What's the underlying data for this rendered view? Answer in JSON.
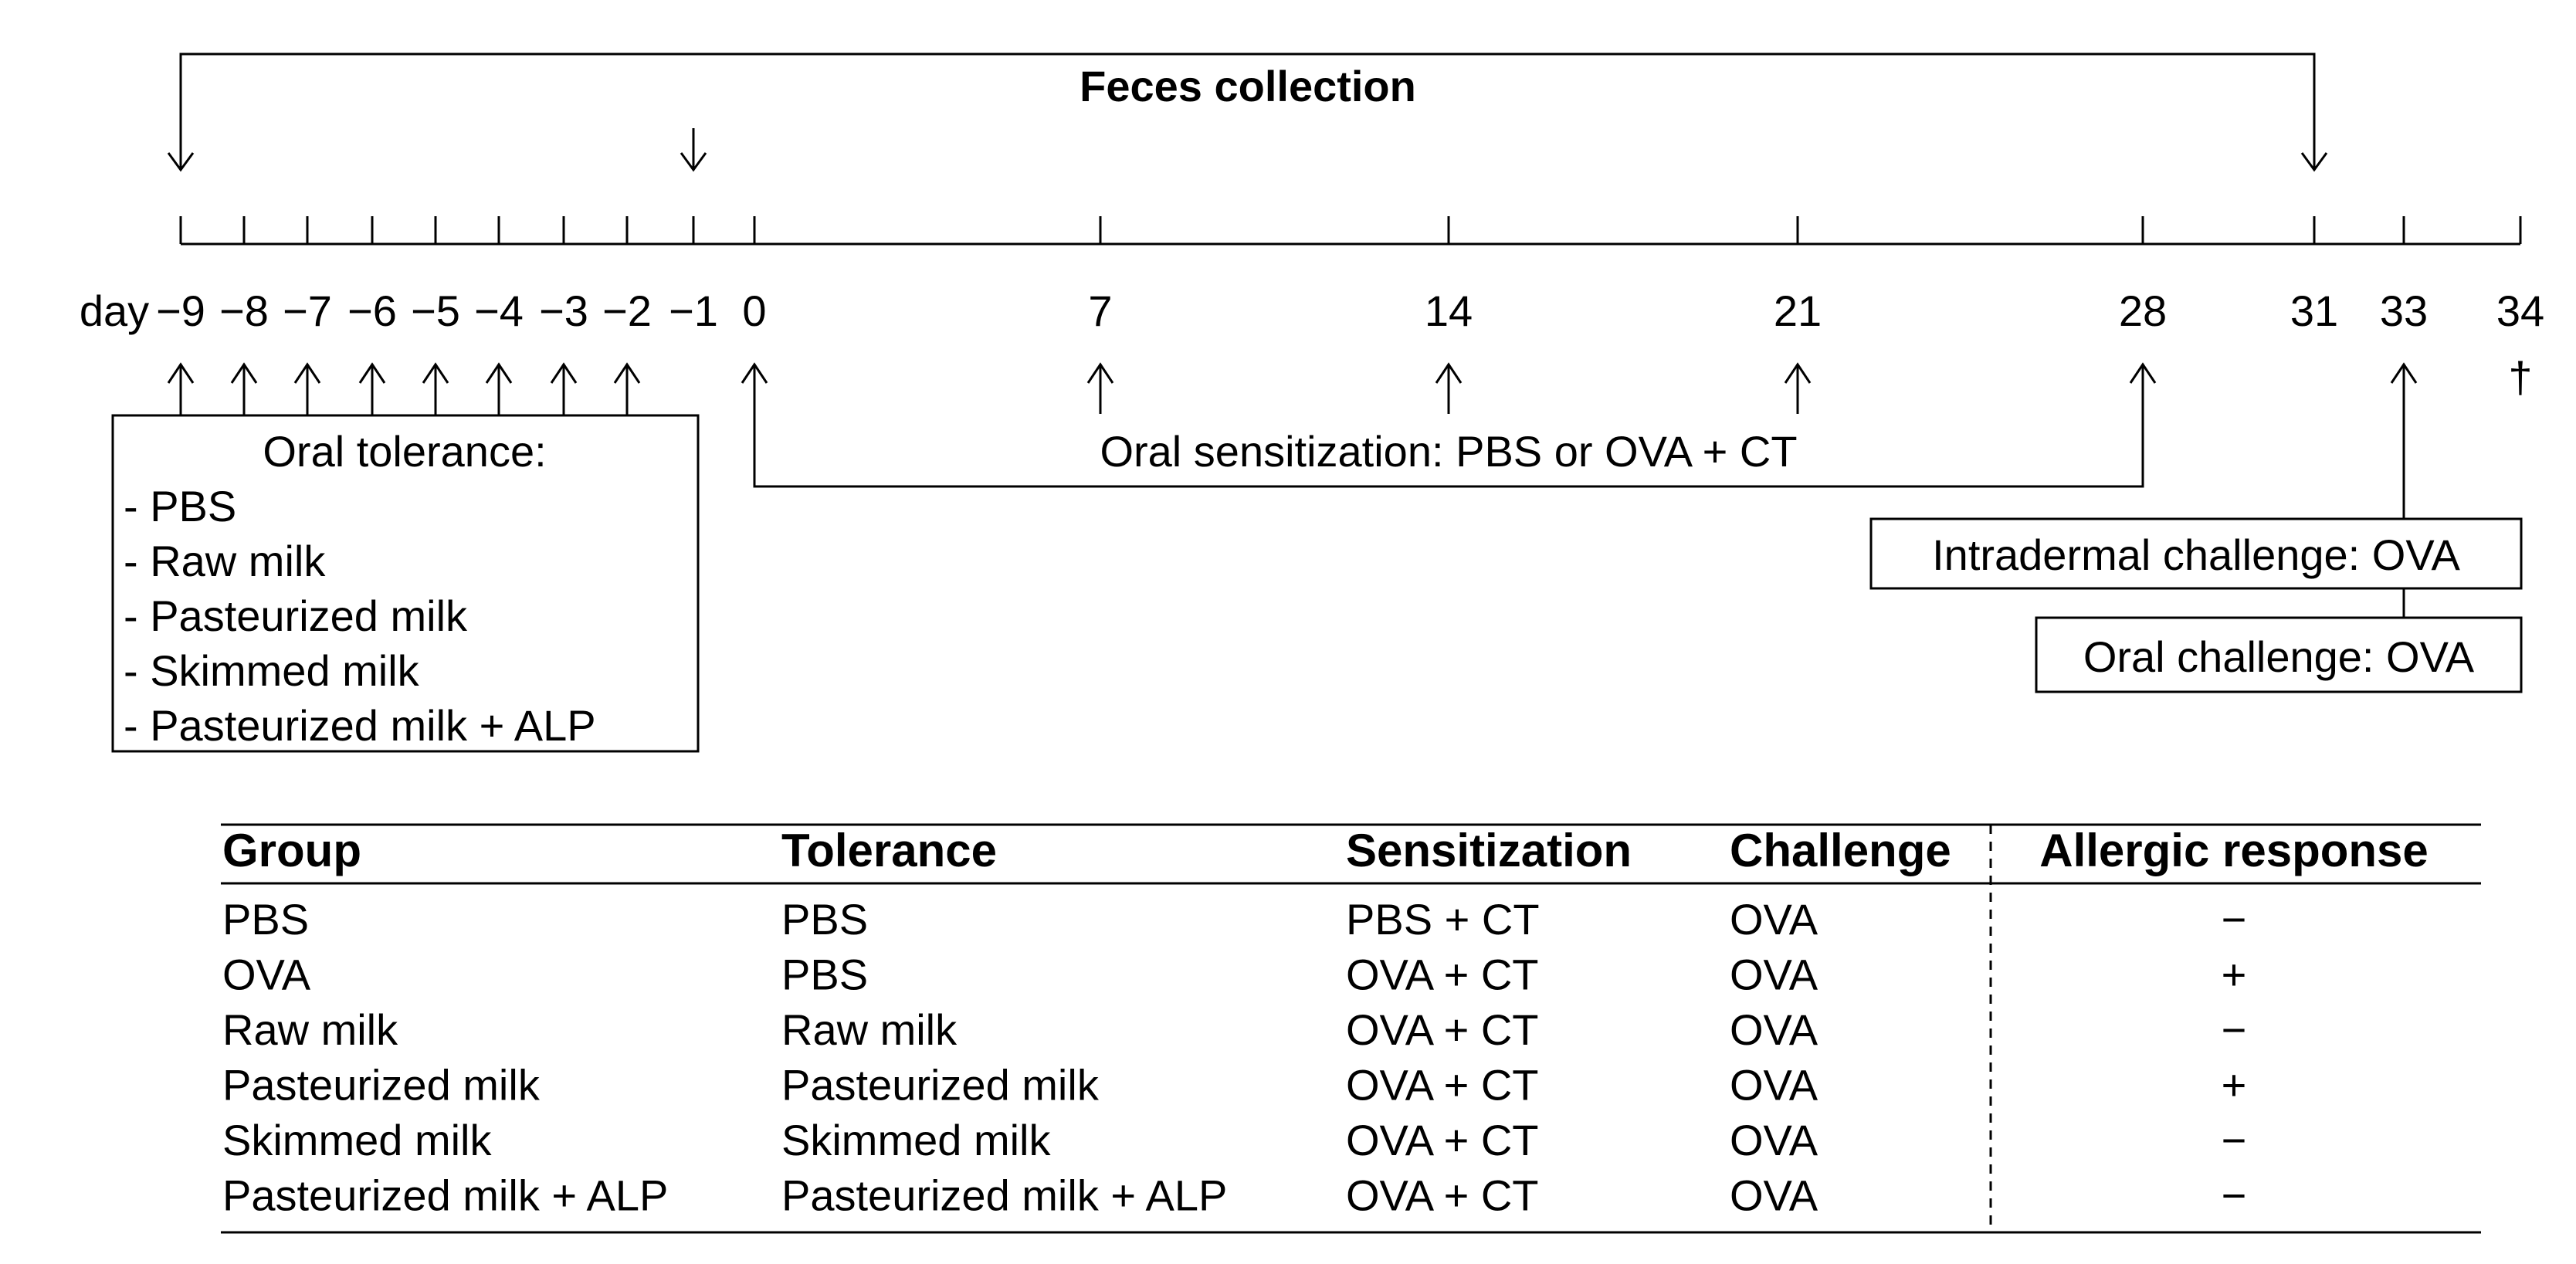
{
  "feces": {
    "label": "Feces collection"
  },
  "timeline": {
    "day_label": "day",
    "ticks": [
      "−9",
      "−8",
      "−7",
      "−6",
      "−5",
      "−4",
      "−3",
      "−2",
      "−1",
      "0",
      "7",
      "14",
      "21",
      "28",
      "31",
      "33",
      "34"
    ],
    "dagger": "†"
  },
  "tolerance": {
    "title": "Oral tolerance:",
    "items": [
      "- PBS",
      "- Raw milk",
      "- Pasteurized milk",
      "- Skimmed milk",
      "- Pasteurized milk + ALP"
    ]
  },
  "sensitization": {
    "label": "Oral sensitization: PBS or OVA + CT"
  },
  "challenges": {
    "intradermal": "Intradermal challenge: OVA",
    "oral": "Oral challenge: OVA"
  },
  "table": {
    "headers": [
      "Group",
      "Tolerance",
      "Sensitization",
      "Challenge",
      "Allergic response"
    ],
    "rows": [
      [
        "PBS",
        "PBS",
        "PBS + CT",
        "OVA",
        "−"
      ],
      [
        "OVA",
        "PBS",
        "OVA + CT",
        "OVA",
        "+"
      ],
      [
        "Raw milk",
        "Raw milk",
        "OVA + CT",
        "OVA",
        "−"
      ],
      [
        "Pasteurized milk",
        "Pasteurized milk",
        "OVA + CT",
        "OVA",
        "+"
      ],
      [
        "Skimmed milk",
        "Skimmed milk",
        "OVA + CT",
        "OVA",
        "−"
      ],
      [
        "Pasteurized milk + ALP",
        "Pasteurized milk + ALP",
        "OVA + CT",
        "OVA",
        "−"
      ]
    ]
  }
}
